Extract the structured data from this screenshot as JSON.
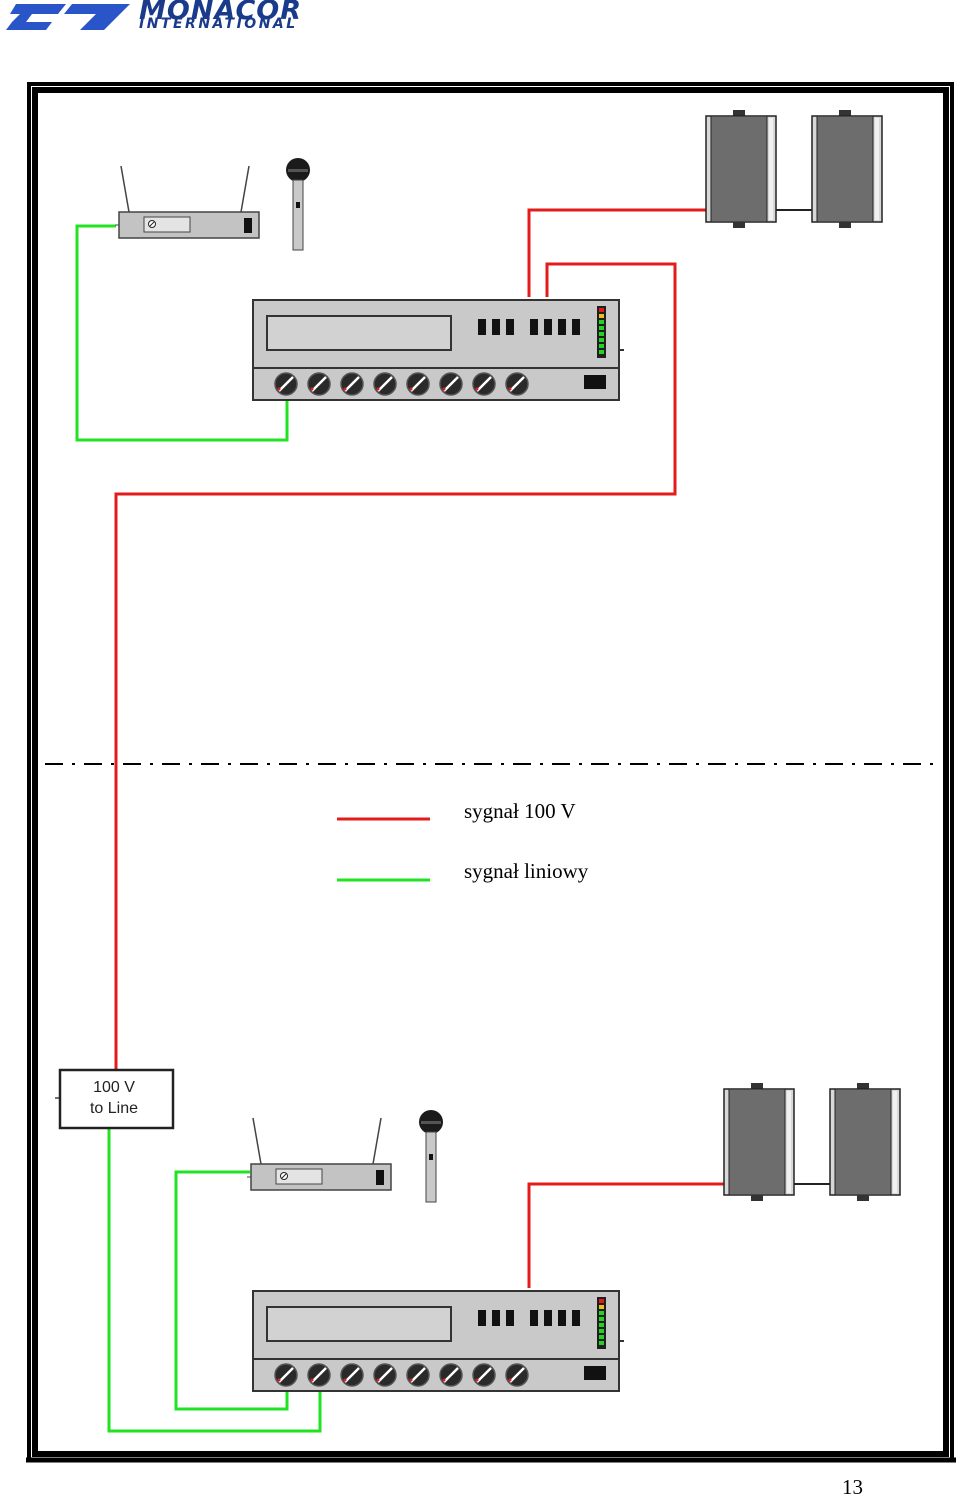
{
  "header": {
    "brand": "MONACOR",
    "brand_sub": "INTERNATIONAL"
  },
  "legend": [
    {
      "label": "sygnał 100 V",
      "color": "#e31b1b"
    },
    {
      "label": "sygnał liniowy",
      "color": "#22e322"
    }
  ],
  "converter": {
    "line1": "100 V",
    "line2": "to Line"
  },
  "footer": {
    "page_number": "13"
  },
  "colors": {
    "signal_100v": "#e31b1b",
    "signal_line": "#22e322",
    "brand": "#1a3a8c"
  }
}
